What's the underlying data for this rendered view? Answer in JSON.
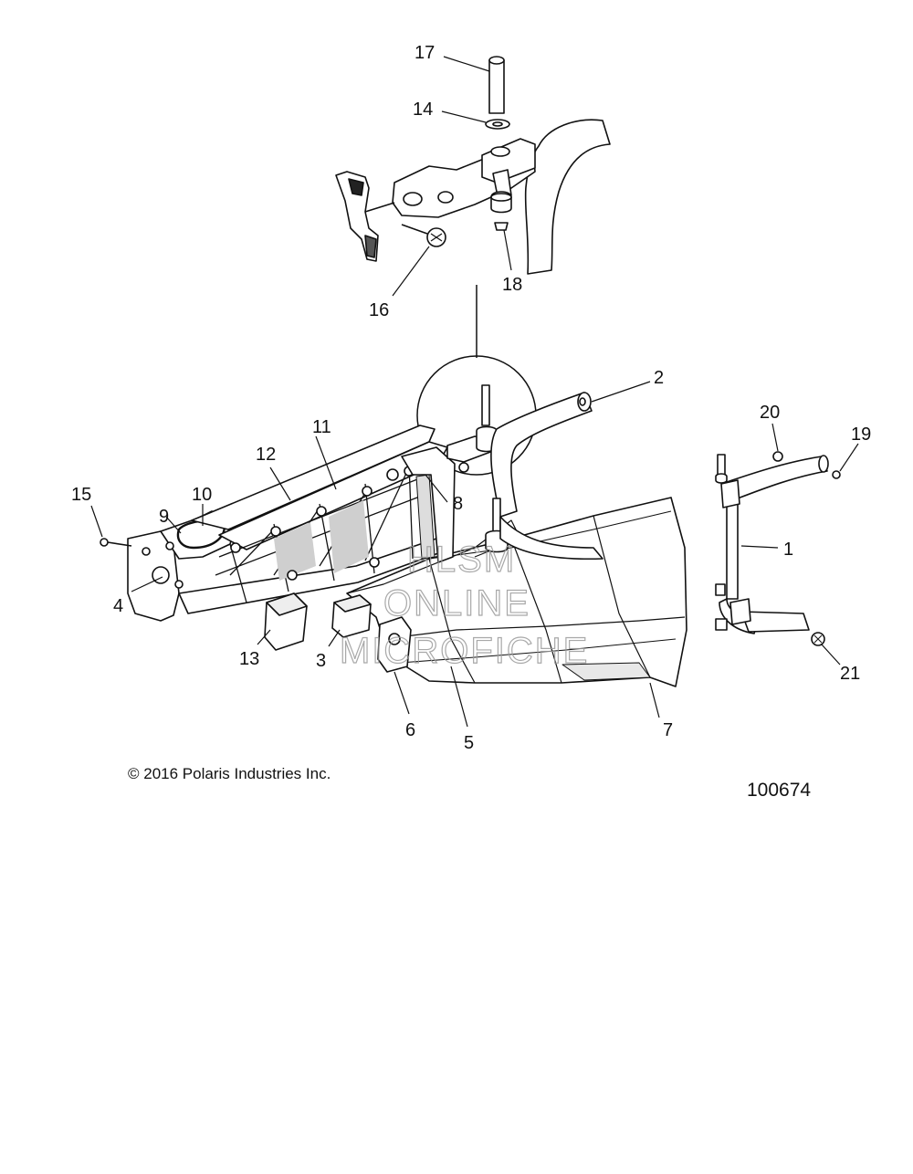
{
  "callouts": [
    "1",
    "2",
    "3",
    "4",
    "5",
    "6",
    "7",
    "8",
    "9",
    "10",
    "11",
    "12",
    "13",
    "14",
    "15",
    "16",
    "17",
    "18",
    "19",
    "20",
    "21"
  ],
  "watermark": {
    "line1": "HLSM",
    "line2": "ONLINE",
    "line3": "MICROFICHE"
  },
  "copyright": "© 2016 Polaris Industries Inc.",
  "figure_number": "100674",
  "colors": {
    "line": "#111111",
    "watermark": "#9a9a9a",
    "background": "#ffffff"
  }
}
